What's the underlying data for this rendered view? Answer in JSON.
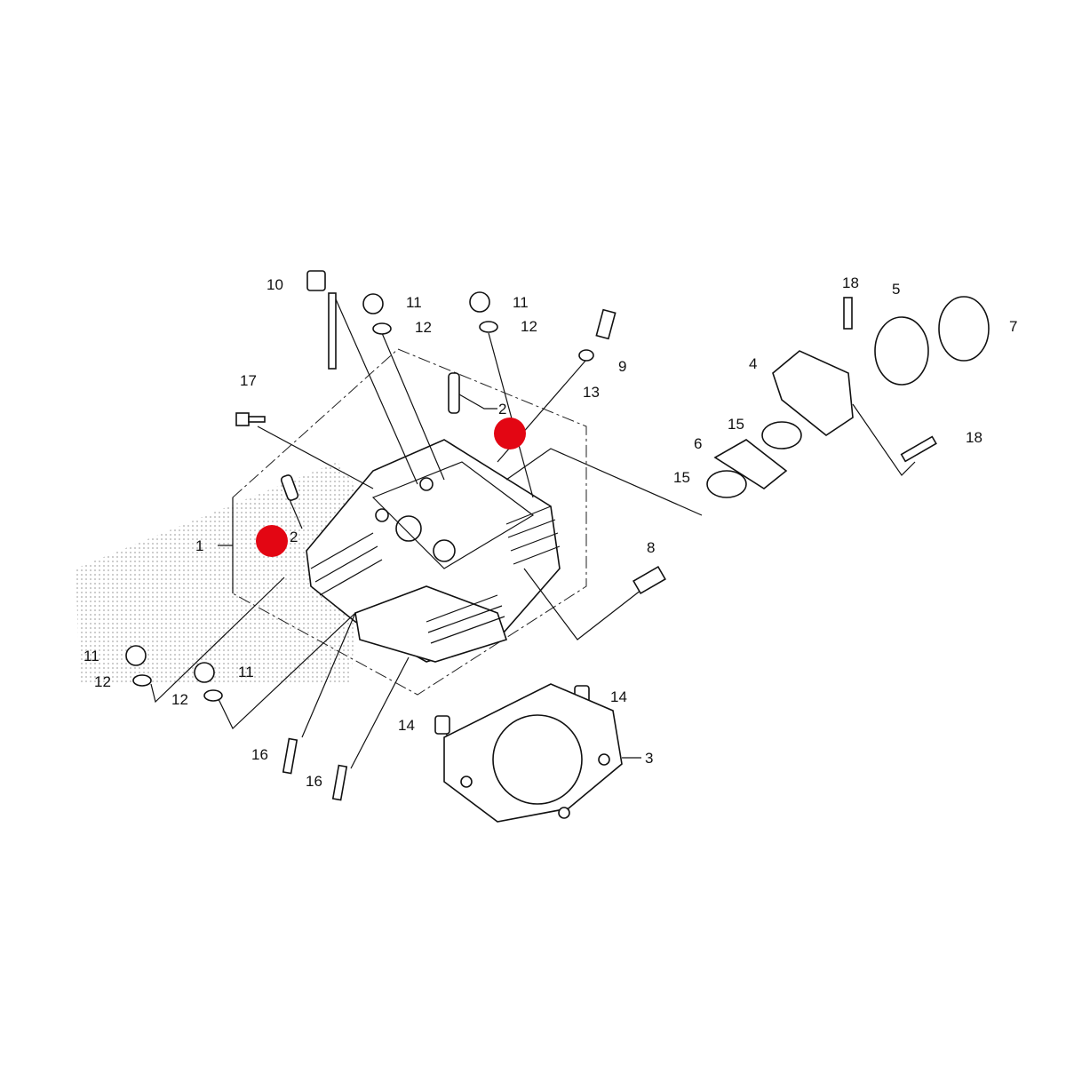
{
  "diagram": {
    "callouts": {
      "c1": "1",
      "c2a": "2",
      "c2b": "2",
      "c3": "3",
      "c4": "4",
      "c5": "5",
      "c6": "6",
      "c7": "7",
      "c8": "8",
      "c9": "9",
      "c10": "10",
      "c11a": "11",
      "c11b": "11",
      "c11c": "11",
      "c11d": "11",
      "c12a": "12",
      "c12b": "12",
      "c12c": "12",
      "c12d": "12",
      "c13": "13",
      "c14a": "14",
      "c14b": "14",
      "c15a": "15",
      "c15b": "15",
      "c16a": "16",
      "c16b": "16",
      "c17": "17",
      "c18a": "18",
      "c18b": "18"
    },
    "colors": {
      "marker": "#e30613",
      "line": "#111111",
      "shading": "#bbbbbb"
    }
  }
}
